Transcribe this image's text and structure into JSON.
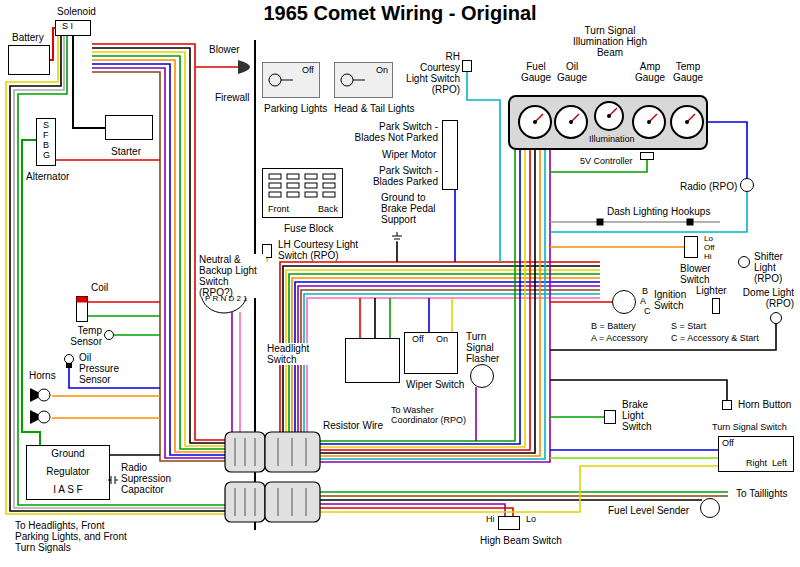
{
  "diagram": {
    "title": "1965 Comet Wiring - Original",
    "nodes": [
      {
        "text": [
          "Battery"
        ]
      },
      {
        "text": [
          "Solenoid",
          "S I"
        ]
      },
      {
        "text": [
          "Starter"
        ]
      },
      {
        "text": [
          "S F B G",
          "Alternator"
        ]
      },
      {
        "text": [
          "Blower"
        ]
      },
      {
        "text": [
          "Off",
          "Parking Lights"
        ]
      },
      {
        "text": [
          "On",
          "Head & Tail Lights"
        ]
      },
      {
        "text": [
          "RH Courtesy Light Switch (RPO)"
        ]
      },
      {
        "text": [
          "Illumination"
        ]
      },
      {
        "text": [
          "Fuel Gauge"
        ],
        "in": 8
      },
      {
        "text": [
          "Oil Gauge"
        ],
        "in": 8
      },
      {
        "text": [
          "Turn Signal Illumination High Beam"
        ],
        "in": 8
      },
      {
        "text": [
          "Amp Gauge"
        ],
        "in": 8
      },
      {
        "text": [
          "Temp Gauge"
        ],
        "in": 8
      },
      {
        "text": [
          "Park Switch - Blades Not Parked",
          "Wiper Motor",
          "Park Switch - Blades Parked"
        ]
      },
      {
        "text": [
          "Front",
          "Back",
          "Fuse Block"
        ]
      },
      {
        "text": [
          "Ground to Brake Pedal Support"
        ]
      },
      {
        "text": [
          "5V Controller"
        ]
      },
      {
        "text": [
          "Radio (RPO)"
        ]
      },
      {
        "text": [
          "LH Courtesy Light Switch (RPO)"
        ]
      },
      {
        "text": [
          "Lo Off Hi",
          "Blower Switch"
        ]
      },
      {
        "text": [
          "Neutral & Backup Light Switch (RPO?)",
          "P R N D 2 1"
        ]
      },
      {
        "text": [
          "Shifter Light (RPO)"
        ]
      },
      {
        "text": [
          "B",
          "A",
          "C",
          "Ignition Switch"
        ]
      },
      {
        "text": [
          "Lighter"
        ]
      },
      {
        "text": [
          "Dome Light (RPO)"
        ]
      },
      {
        "text": [
          "Coil"
        ]
      },
      {
        "text": [
          "Temp Sensor"
        ]
      },
      {
        "text": [
          "Oil Pressure Sensor"
        ]
      },
      {
        "text": [
          "Horns"
        ]
      },
      {
        "text": [
          "Headlight Switch"
        ]
      },
      {
        "text": [
          "Off",
          "On",
          "Wiper Switch"
        ]
      },
      {
        "text": [
          "Turn Signal Flasher"
        ]
      },
      {
        "text": [
          "Brake Light Switch"
        ]
      },
      {
        "text": [
          "Horn Button"
        ]
      },
      {
        "text": [
          "Turn Signal Switch",
          "Off",
          "Right",
          "Left"
        ]
      },
      {
        "text": [
          "Ground",
          "Regulator",
          "I A S F"
        ]
      },
      {
        "text": [
          "Radio Supression Capacitor"
        ]
      },
      {
        "text": [
          "Fuel Level Sender"
        ]
      },
      {
        "text": [
          "Hi",
          "Lo",
          "High Beam Switch"
        ]
      }
    ],
    "edges": [
      {
        "from": 0,
        "to": 1,
        "arrow": "none"
      },
      {
        "from": 1,
        "to": 2,
        "arrow": "none"
      },
      {
        "from": 3,
        "to": 36,
        "arrow": "none"
      }
    ],
    "labels": [
      "Firewall",
      "Dash Lighting Hookups",
      "B = Battery",
      "S = Start",
      "A = Accessory",
      "C = Accessory & Start",
      "To Washer Coordinator (RPO)",
      "Resistor Wire",
      "To Headlights, Front Parking Lights, and Front Turn Signals",
      "To Taillights"
    ]
  }
}
